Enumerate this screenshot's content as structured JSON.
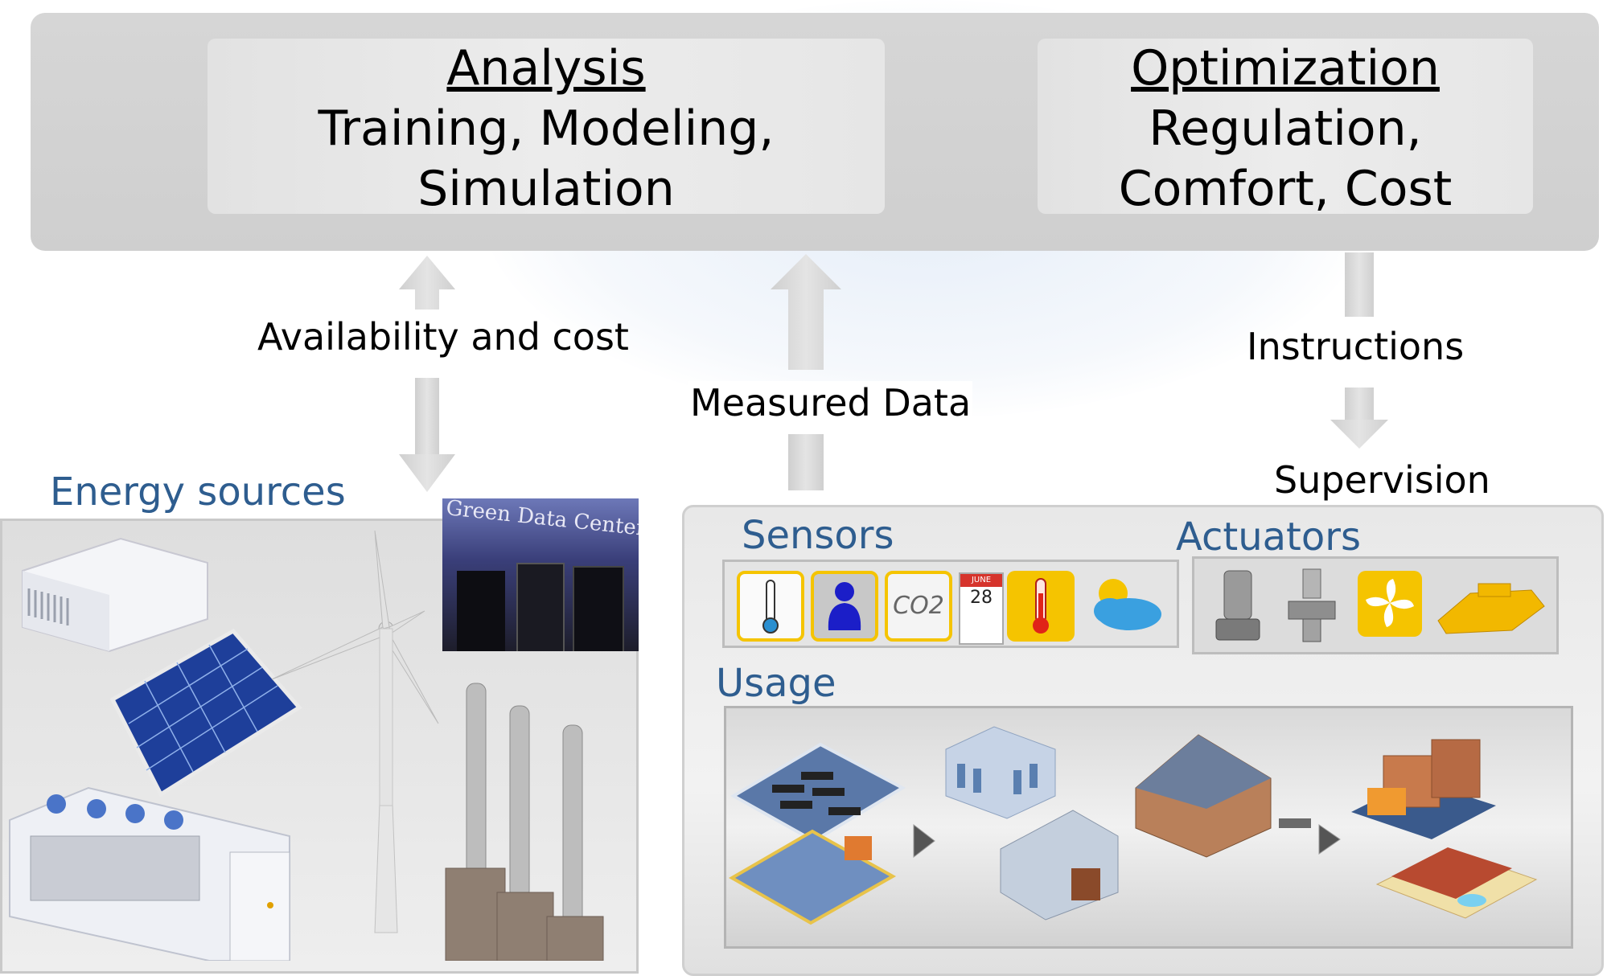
{
  "top_panel": {
    "analysis": {
      "title": "Analysis",
      "line1": "Training, Modeling,",
      "line2": "Simulation"
    },
    "optimization": {
      "title": "Optimization",
      "line1": "Regulation,",
      "line2": "Comfort, Cost"
    }
  },
  "flows": {
    "availability": "Availability and cost",
    "measured": "Measured Data",
    "instructions": "Instructions",
    "supervision": "Supervision"
  },
  "sections": {
    "energy_sources": "Energy sources",
    "sensors": "Sensors",
    "actuators": "Actuators",
    "usage": "Usage"
  },
  "sign": {
    "text": "Green Data Center"
  },
  "sensor_icons": {
    "co2": "CO2",
    "calendar_day": "28",
    "calendar_month": "JUNE"
  },
  "colors": {
    "section_title": "#2e5d8f",
    "sensor_yellow": "#f5c400",
    "panel_grey": "#d2d2d2"
  }
}
